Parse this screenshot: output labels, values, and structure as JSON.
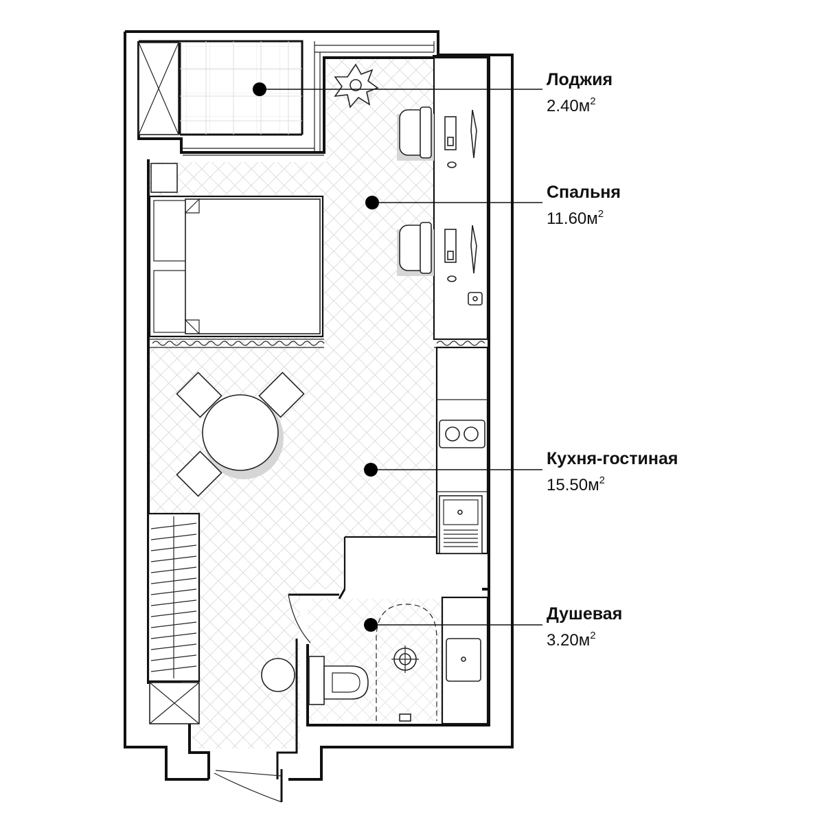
{
  "rooms": [
    {
      "name": "Лоджия",
      "area": "2.40",
      "unit": "м",
      "unit_power": "2"
    },
    {
      "name": "Спальня",
      "area": "11.60",
      "unit": "м",
      "unit_power": "2"
    },
    {
      "name": "Кухня-гостиная",
      "area": "15.50",
      "unit": "м",
      "unit_power": "2"
    },
    {
      "name": "Душевая",
      "area": "3.20",
      "unit": "м",
      "unit_power": "2"
    }
  ],
  "colors": {
    "wall": "#111111",
    "floor_pattern": "#dcdcdc",
    "shadow": "#d6d6d6",
    "marker": "#000000"
  }
}
